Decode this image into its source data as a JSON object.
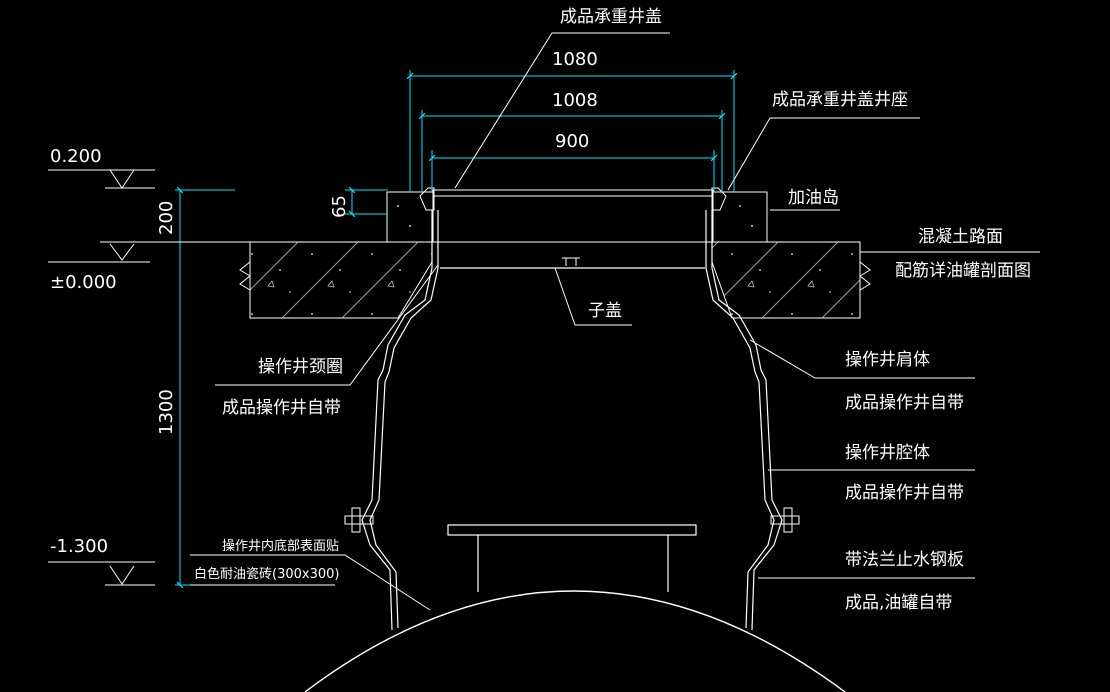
{
  "colors": {
    "background": "#000000",
    "linework": "#ffffff",
    "dimension": "#00e5ff",
    "hatch": "#cfcfcf"
  },
  "dimensions": {
    "d1080": "1080",
    "d1008": "1008",
    "d900": "900",
    "d65": "65",
    "d200": "200",
    "d1300": "1300"
  },
  "elevations": {
    "top": "0.200",
    "zero": "±0.000",
    "bottom": "-1.300"
  },
  "labels": {
    "cover": "成品承重井盖",
    "cover_seat": "成品承重井盖井座",
    "fuel_island": "加油岛",
    "concrete_road": "混凝土路面",
    "rebar_note": "配筋详油罐剖面图",
    "sub_cover": "子盖",
    "neck_ring": "操作井颈圈",
    "neck_ring_note": "成品操作井自带",
    "shoulder": "操作井肩体",
    "shoulder_note": "成品操作井自带",
    "cavity": "操作井腔体",
    "cavity_note": "成品操作井自带",
    "flange": "带法兰止水钢板",
    "flange_note": "成品,油罐自带",
    "floor_tile_1": "操作井内底部表面贴",
    "floor_tile_2": "白色耐油瓷砖(300x300)"
  }
}
